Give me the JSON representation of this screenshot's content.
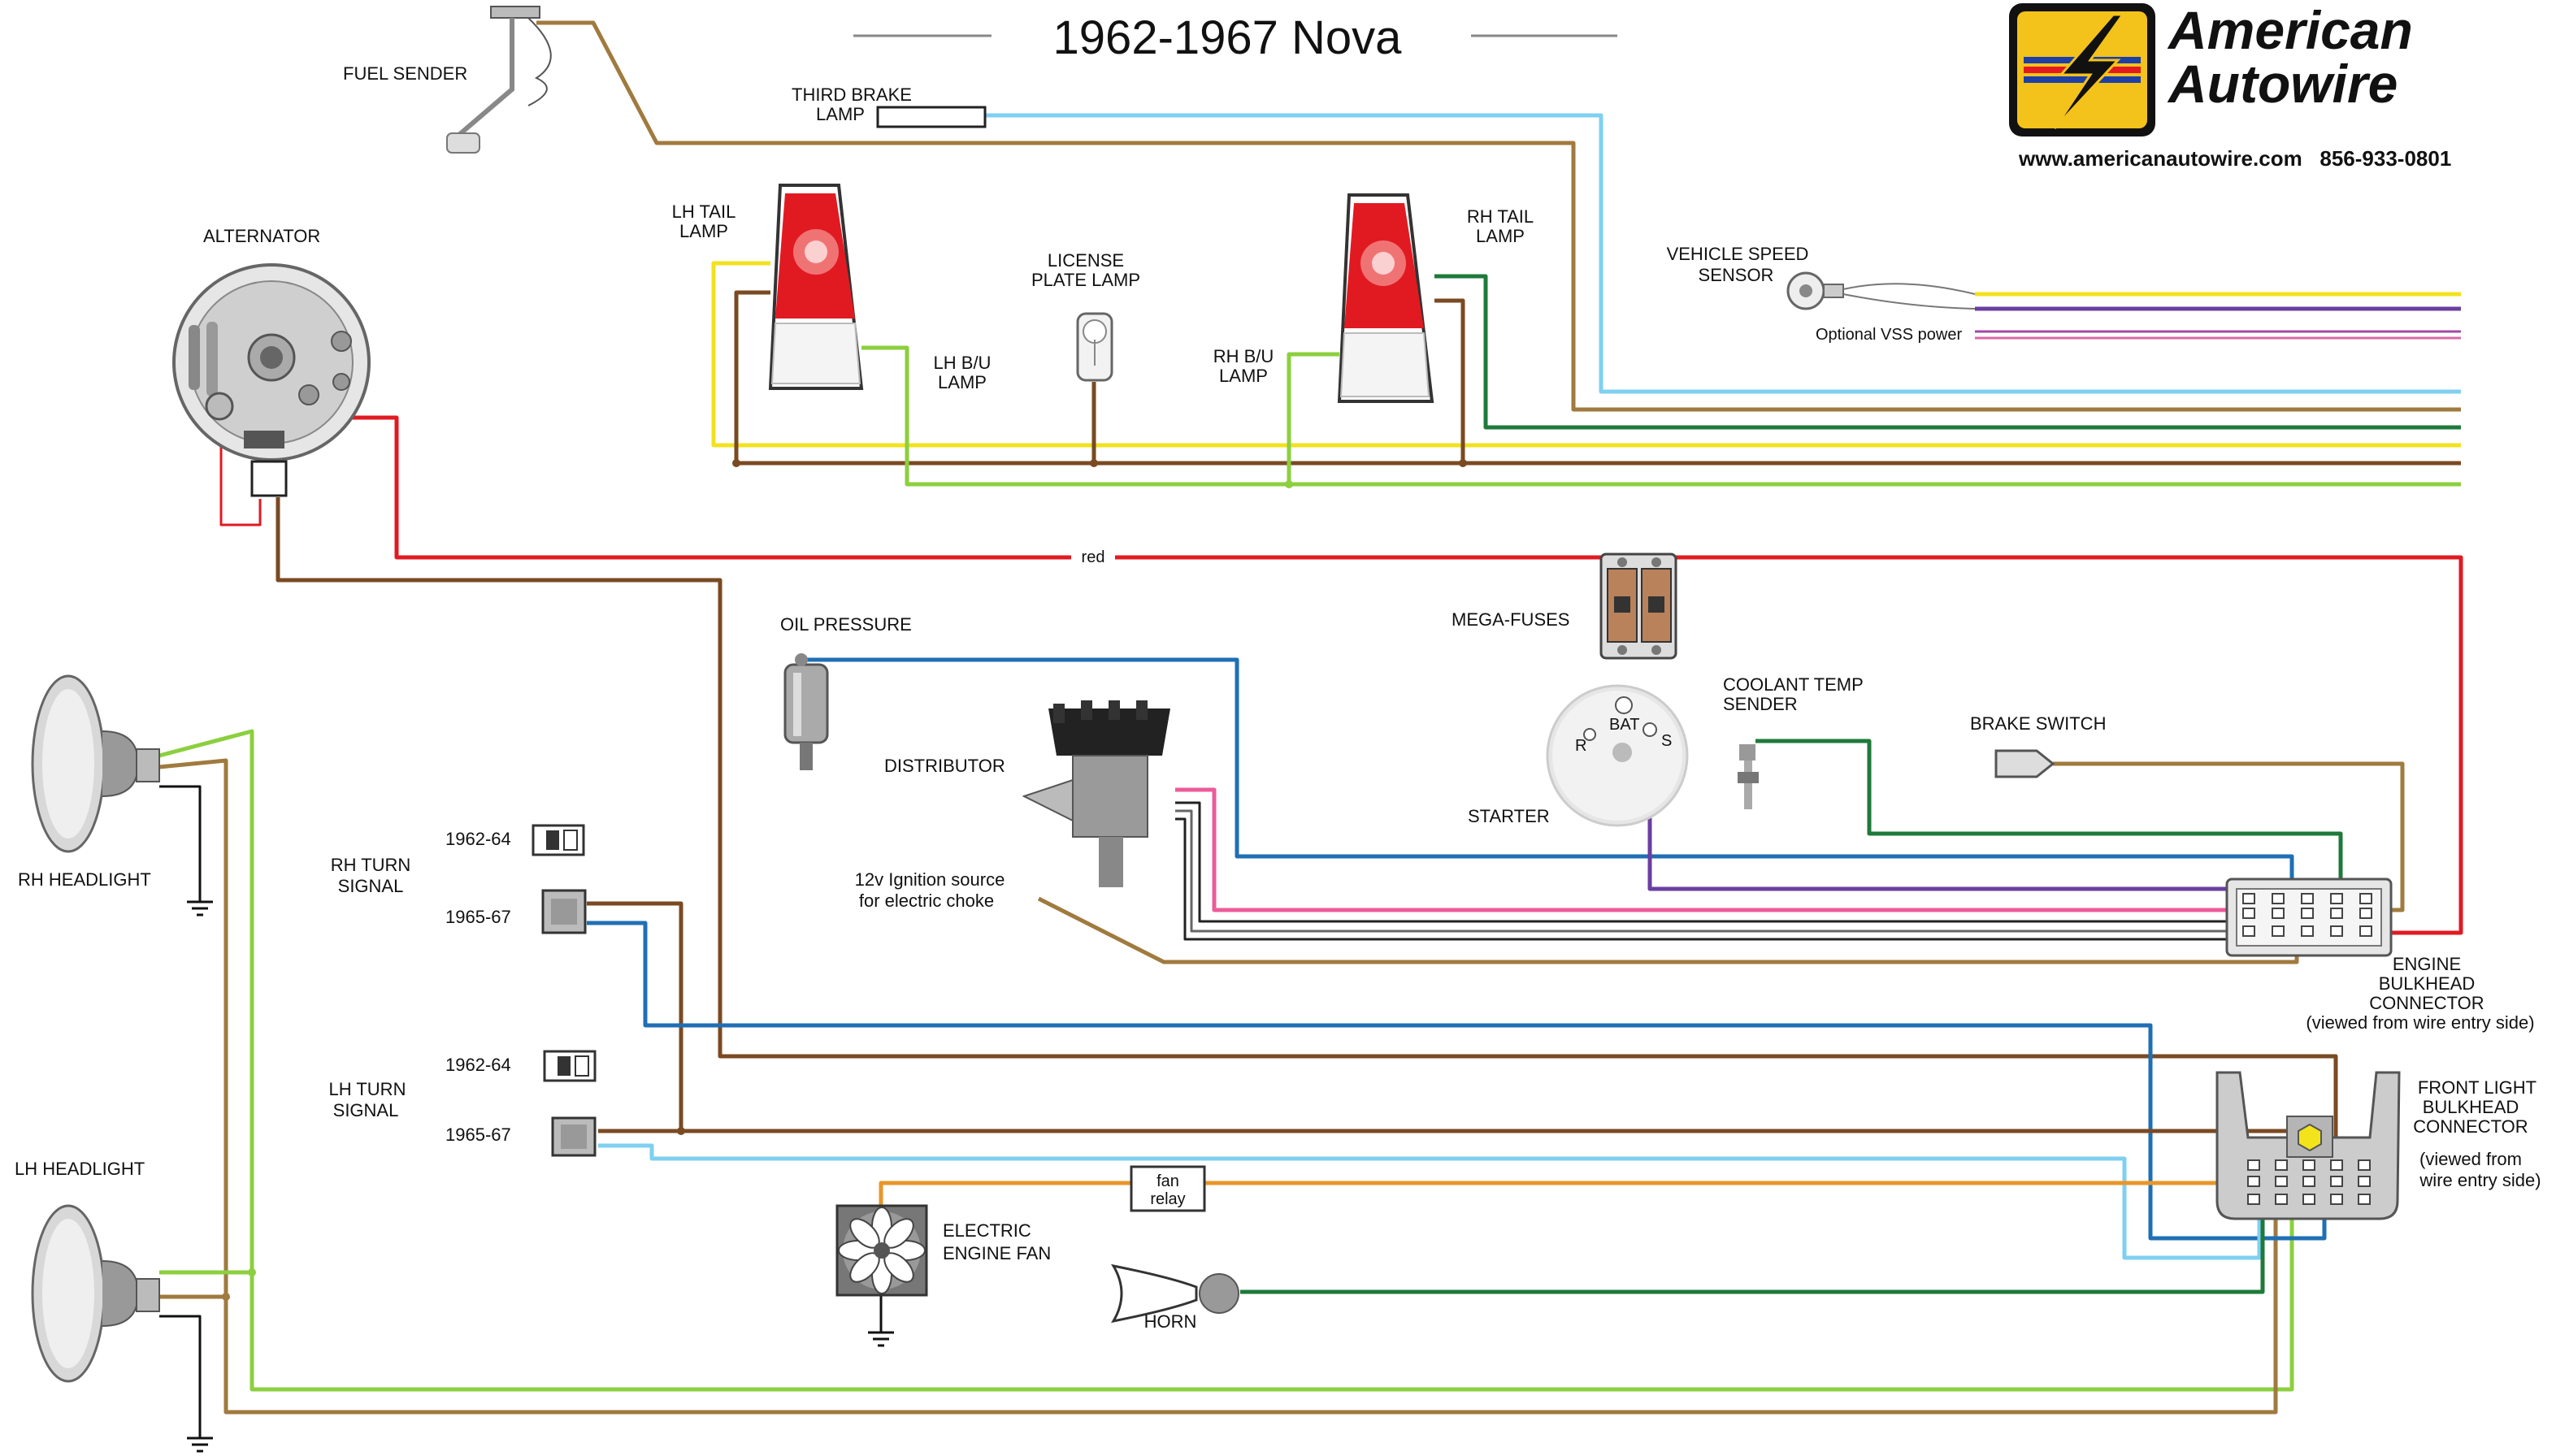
{
  "header": {
    "title": "1962-1967 Nova"
  },
  "brand": {
    "line1": "American",
    "line2": "Autowire",
    "contact": "www.americanautowire.com   856-933-0801"
  },
  "components": {
    "fuel_sender": "FUEL SENDER",
    "third_brake_1": "THIRD BRAKE",
    "third_brake_2": "LAMP",
    "alternator": "ALTERNATOR",
    "lh_tail_1": "LH TAIL",
    "lh_tail_2": "LAMP",
    "license_1": "LICENSE",
    "license_2": "PLATE LAMP",
    "lh_bu_1": "LH B/U",
    "lh_bu_2": "LAMP",
    "rh_bu_1": "RH B/U",
    "rh_bu_2": "LAMP",
    "rh_tail_1": "RH TAIL",
    "rh_tail_2": "LAMP",
    "vss_1": "VEHICLE SPEED",
    "vss_2": "SENSOR",
    "vss_power": "Optional VSS power",
    "mega_fuses": "MEGA-FUSES",
    "oil_pressure": "OIL PRESSURE",
    "distributor": "DISTRIBUTOR",
    "coolant_1": "COOLANT TEMP",
    "coolant_2": "SENDER",
    "brake_switch": "BRAKE SWITCH",
    "starter": "STARTER",
    "ign_1": "12v Ignition source",
    "ign_2": "for electric choke",
    "rh_headlight": "RH HEADLIGHT",
    "lh_headlight": "LH HEADLIGHT",
    "rh_turn_1": "RH TURN",
    "rh_turn_2": "SIGNAL",
    "lh_turn_1": "LH TURN",
    "lh_turn_2": "SIGNAL",
    "yr_6264": "1962-64",
    "yr_6567": "1965-67",
    "fan_relay_1": "fan",
    "fan_relay_2": "relay",
    "fan_1": "ELECTRIC",
    "fan_2": "ENGINE FAN",
    "horn": "HORN",
    "engine_bh_1": "ENGINE",
    "engine_bh_2": "BULKHEAD",
    "engine_bh_3": "CONNECTOR",
    "engine_bh_4": "(viewed from wire entry side)",
    "front_bh_1": "FRONT LIGHT",
    "front_bh_2": "BULKHEAD",
    "front_bh_3": "CONNECTOR",
    "front_bh_4": "(viewed from",
    "front_bh_5": "wire entry side)"
  },
  "wire_labels": {
    "red": "red",
    "starter_bat": "BAT",
    "starter_r": "R",
    "starter_s": "S"
  },
  "wire_colors": {
    "tan": "#a07a3e",
    "brown": "#7a4a22",
    "light_blue": "#7fd0f0",
    "blue": "#1f6fb5",
    "red": "#e11a22",
    "yellow": "#f2e21e",
    "green": "#1e7a3a",
    "light_green": "#8ccf3f",
    "purple": "#6a3fa0",
    "pink": "#ec5b9a",
    "orange": "#e8962a"
  }
}
